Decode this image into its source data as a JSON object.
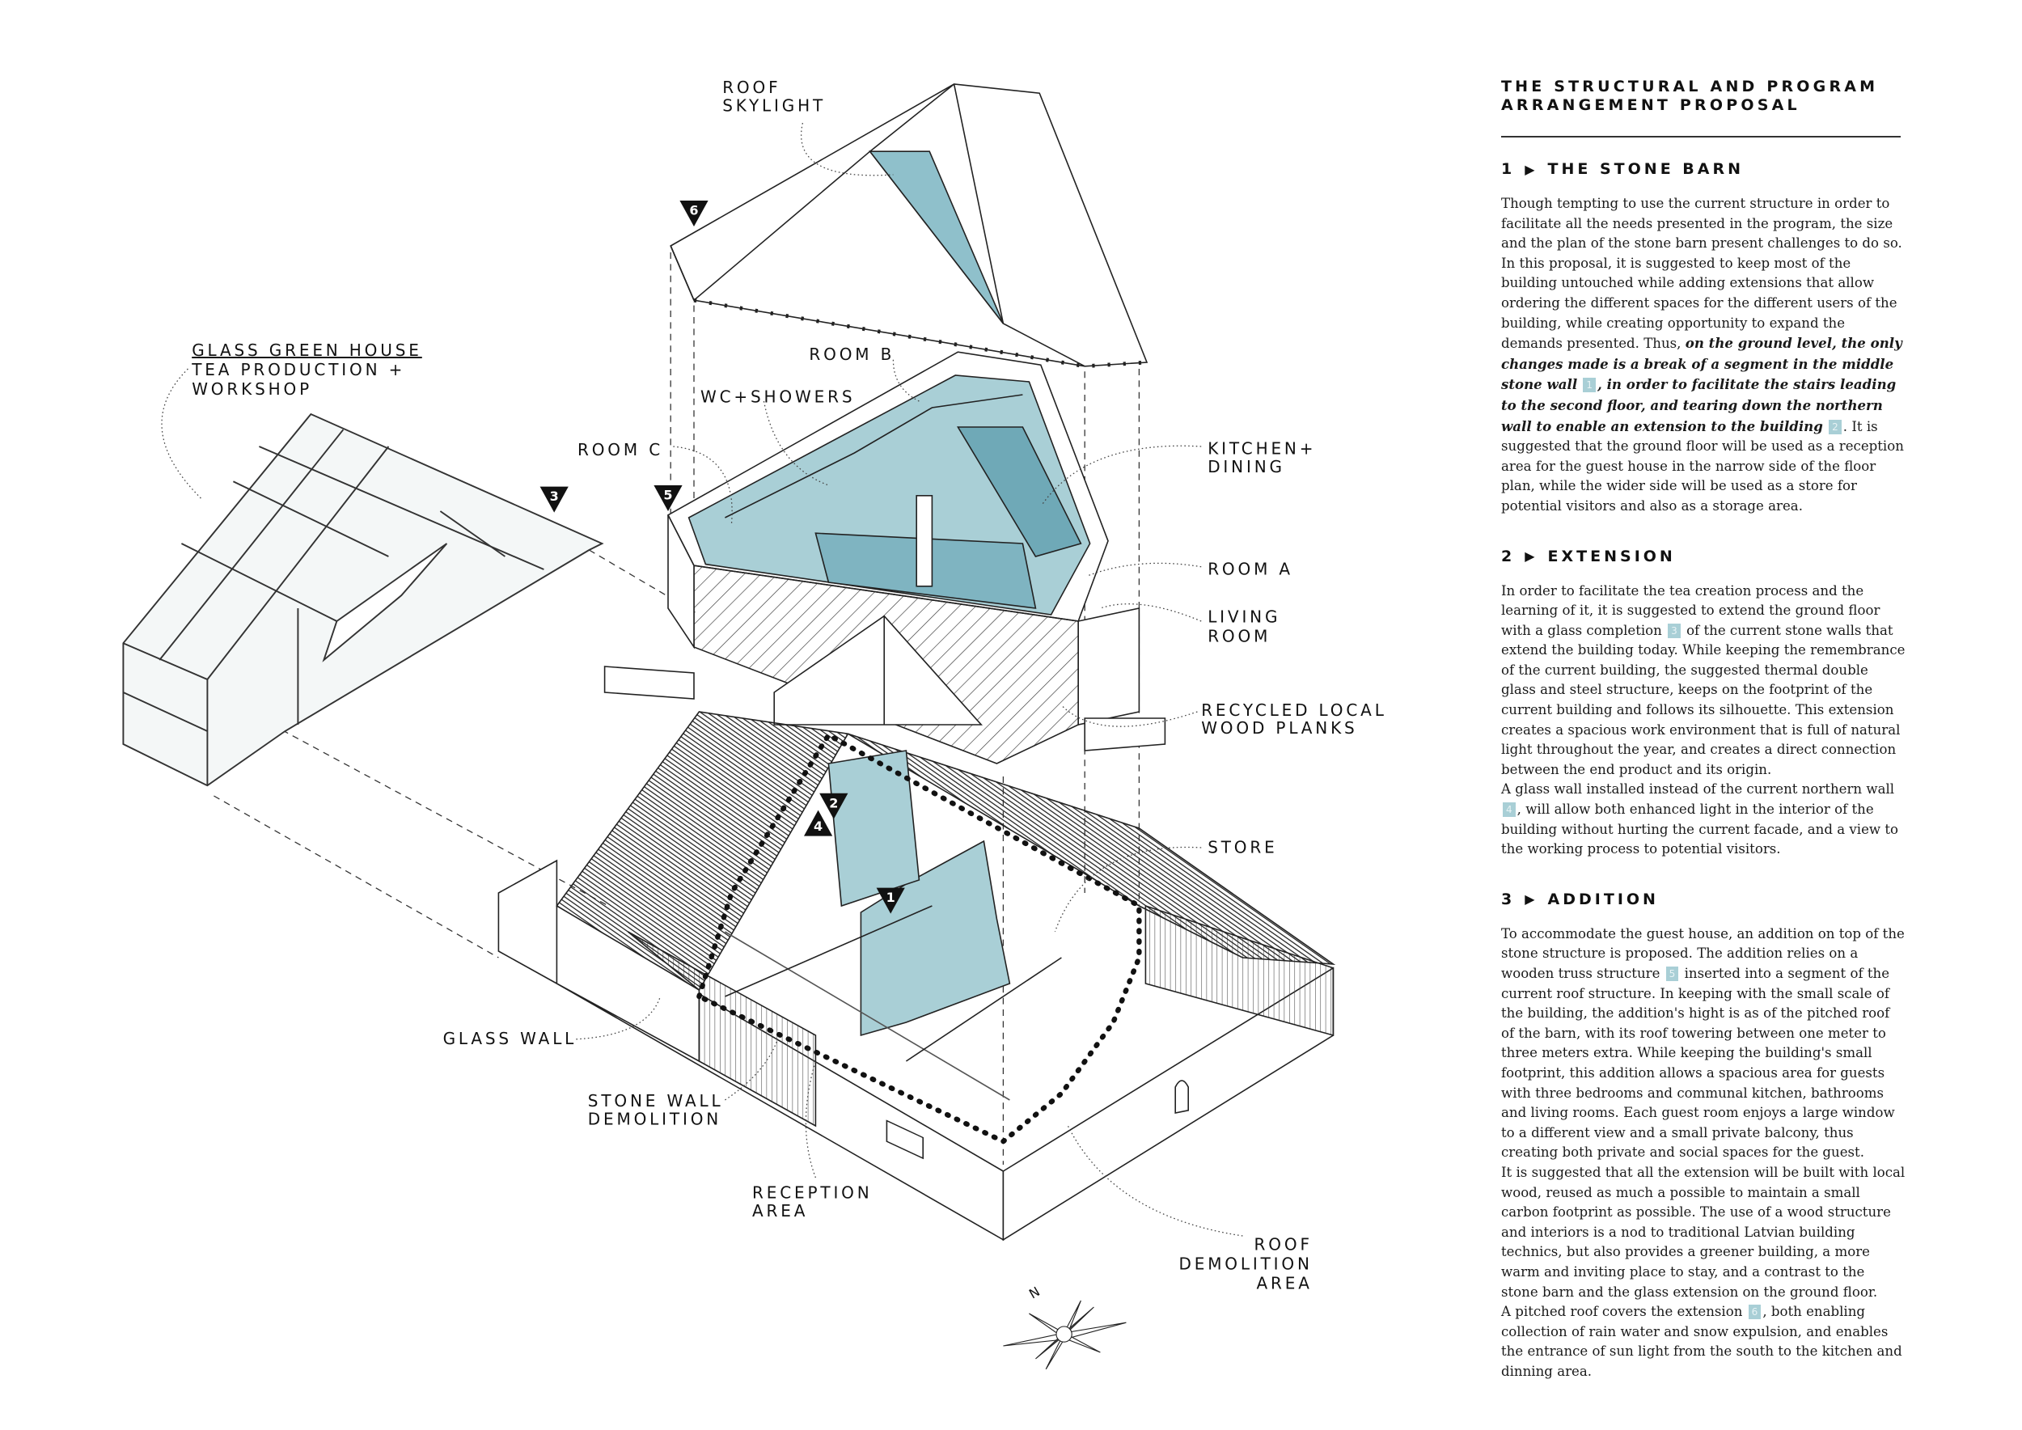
{
  "colors": {
    "accent_blue": "#8fc0cb",
    "accent_blue_dark": "#6fa9b7",
    "badge": "#a9cfd6",
    "ink": "#111111"
  },
  "diagram": {
    "labels": {
      "roof_skylight": [
        "ROOF",
        "SKYLIGHT"
      ],
      "glass_green_house": [
        "GLASS GREEN HOUSE",
        "TEA PRODUCTION +",
        "WORKSHOP"
      ],
      "room_b": [
        "ROOM B"
      ],
      "wc_showers": [
        "WC+SHOWERS"
      ],
      "room_c": [
        "ROOM C"
      ],
      "kitchen_dining": [
        "KITCHEN+",
        "DINING"
      ],
      "room_a": [
        "ROOM A"
      ],
      "living_room": [
        "LIVING",
        "ROOM"
      ],
      "recycled_wood": [
        "RECYCLED LOCAL",
        "WOOD PLANKS"
      ],
      "store": [
        "STORE"
      ],
      "glass_wall": [
        "GLASS WALL"
      ],
      "stone_wall_demolition": [
        "STONE WALL",
        "DEMOLITION"
      ],
      "reception_area": [
        "RECEPTION",
        "AREA"
      ],
      "roof_demolition_area": [
        "ROOF",
        "DEMOLITION",
        "AREA"
      ]
    },
    "markers": [
      "1",
      "2",
      "3",
      "4",
      "5",
      "6"
    ],
    "compass_label": "N"
  },
  "text_panel": {
    "title": [
      "THE STRUCTURAL AND PROGRAM",
      "ARRANGEMENT PROPOSAL"
    ],
    "sections": [
      {
        "number": "1",
        "heading": "THE STONE BARN",
        "paragraph": [
          {
            "t": "Though tempting to use the current structure in order to facilitate all the needs presented in the program, the size and the plan of the stone barn present challenges to do so. In this proposal, it is suggested to keep most of the building untouched while adding extensions that allow ordering the different spaces for the different users of the building, while creating opportunity to expand the demands presented. Thus, ",
            "s": "plain"
          },
          {
            "t": "on the ground level, the only changes made is a break of a segment in the middle stone wall",
            "s": "em"
          },
          {
            "t": "1",
            "s": "badge"
          },
          {
            "t": ", in order to facilitate the stairs leading to the second floor, and tearing down the northern wall to enable an extension to the building",
            "s": "em"
          },
          {
            "t": "2",
            "s": "badge"
          },
          {
            "t": ". It is suggested that the ground floor will be used as a reception area for the guest house in the narrow side of the floor plan, while the wider side will be used as a store for potential visitors and also as a storage area.",
            "s": "plain"
          }
        ]
      },
      {
        "number": "2",
        "heading": "EXTENSION",
        "paragraph": [
          {
            "t": "In order to facilitate the tea creation process and the learning of it, it is suggested to extend the ground floor with a glass completion",
            "s": "plain"
          },
          {
            "t": "3",
            "s": "badge"
          },
          {
            "t": "of the current stone walls that extend the building today. While keeping the remembrance of the current building, the suggested thermal double glass and steel structure, keeps on the footprint of the current building and follows its silhouette. This extension creates a spacious work environment that is full of natural light throughout the year, and creates a direct connection between the end product and its origin.",
            "s": "plain"
          },
          {
            "t": "",
            "s": "br"
          },
          {
            "t": "A glass wall installed instead of the current northern wall",
            "s": "plain"
          },
          {
            "t": "4",
            "s": "badge"
          },
          {
            "t": ", will allow both enhanced light in the interior of the building without hurting the current facade, and a view to the working process to potential visitors.",
            "s": "plain"
          }
        ]
      },
      {
        "number": "3",
        "heading": "ADDITION",
        "paragraph": [
          {
            "t": "To accommodate the guest house, an addition on top of the stone structure is proposed. The addition relies on a wooden truss structure",
            "s": "plain"
          },
          {
            "t": "5",
            "s": "badge"
          },
          {
            "t": "inserted into a segment of the current roof structure. In keeping with the small scale of the building, the addition's hight is as of the pitched roof of the barn, with its roof towering between one meter to three meters extra. While keeping the building's small footprint, this addition allows a spacious area for guests with three bedrooms and communal kitchen, bathrooms and living rooms. Each guest room enjoys a large window to a different view and a small private balcony, thus creating both private and social spaces for the guest.",
            "s": "plain"
          },
          {
            "t": "",
            "s": "br"
          },
          {
            "t": "It is suggested that all the extension will be built with local wood, reused as much a possible to maintain a small carbon footprint as possible. The use of a wood structure and interiors is a nod to traditional Latvian building technics, but also provides a greener building, a more warm and inviting place to stay, and a contrast to the stone barn and the glass extension on the ground floor.",
            "s": "plain"
          },
          {
            "t": "",
            "s": "br"
          },
          {
            "t": "A pitched roof covers the extension",
            "s": "plain"
          },
          {
            "t": "6",
            "s": "badge"
          },
          {
            "t": ", both enabling collection of rain water and snow expulsion, and enables the entrance of sun light from the south to the kitchen and dinning area.",
            "s": "plain"
          }
        ]
      }
    ]
  }
}
